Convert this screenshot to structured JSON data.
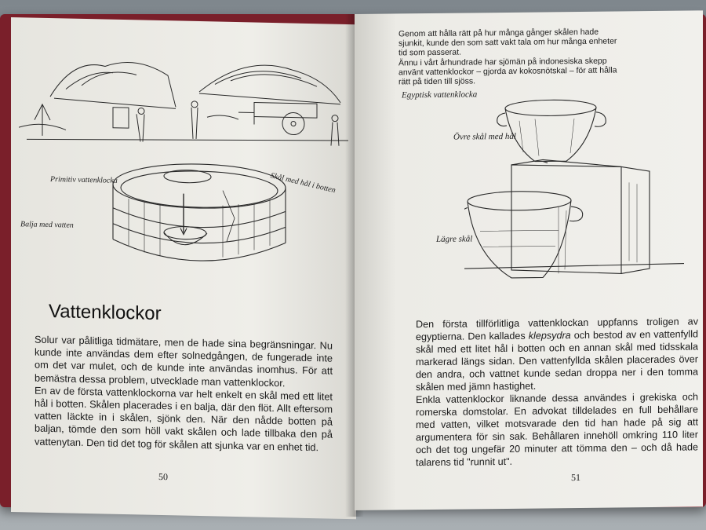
{
  "left_page": {
    "caption_tub": "Primitiv vattenklocka",
    "label_bowl": "Skål med hål i botten",
    "label_basin": "Balja med vatten",
    "heading": "Vattenklockor",
    "paragraphs": [
      "Solur var pålitliga tidmätare, men de hade sina begränsningar. Nu kunde inte användas dem efter solnedgången, de fungerade inte om det var mulet, och de kunde inte användas inomhus. För att bemästra dessa problem, utvecklade man vattenklockor.",
      "En av de första vattenklockorna var helt enkelt en skål med ett litet hål i botten. Skålen placerades i en balja, där den flöt. Allt eftersom vatten läckte in i skålen, sjönk den. När den nådde botten på baljan, tömde den som höll vakt skålen och lade tillbaka den på vattenytan. Den tid det tog för skålen att sjunka var en enhet tid."
    ],
    "page_number": "50"
  },
  "right_page": {
    "top_paragraphs": [
      "Genom att hålla rätt på hur många gånger skålen hade sjunkit, kunde den som satt vakt tala om hur många enheter tid som passerat.",
      "Ännu i vårt århundrade har sjömän på indonesiska skepp använt vattenklockor – gjorda av kokosnötskal – för att hålla rätt på tiden till sjöss."
    ],
    "caption_egypt": "Egyptisk vattenklocka",
    "label_upper": "Övre skål med hål",
    "label_lower": "Lägre skål",
    "paragraph1_before": "Den första tillförlitliga vattenklockan uppfanns troligen av egyptierna. Den kallades ",
    "paragraph1_term": "klepsydra",
    "paragraph1_after": " och bestod av en vattenfylld skål med ett litet hål i botten och en annan skål med tidsskala markerad längs sidan. Den vattenfyllda skålen placerades över den andra, och vattnet kunde sedan droppa ner i den tomma skålen med jämn hastighet.",
    "paragraph2": "Enkla vattenklockor liknande dessa användes i grekiska och romerska domstolar. En advokat tilldelades en full behållare med vatten, vilket motsvarade den tid han hade på sig att argumentera för sin sak. Behållaren innehöll omkring 110 liter och det tog ungefär 20 minuter att tömma den – och då hade talarens tid \"runnit ut\".",
    "page_number": "51"
  }
}
